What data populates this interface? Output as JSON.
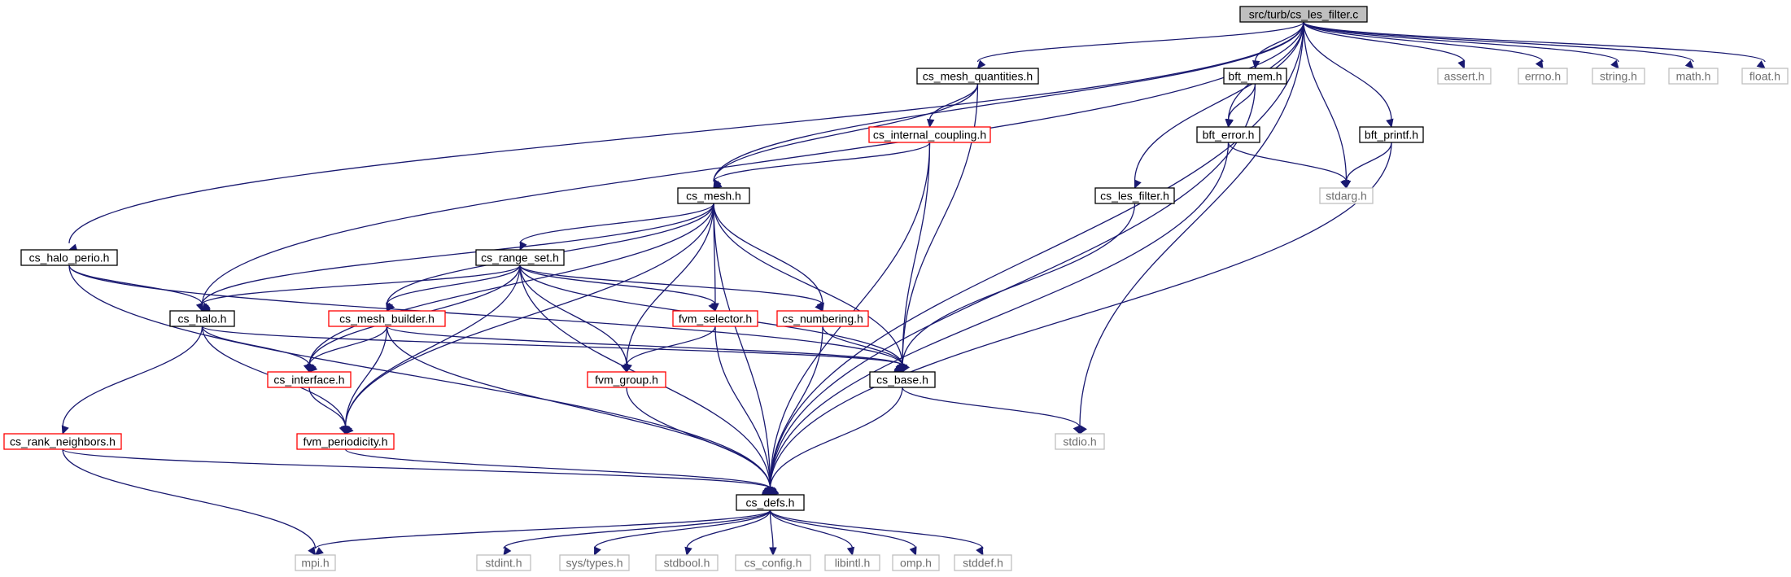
{
  "graph": {
    "nodes": [
      {
        "id": "root",
        "label": "src/turb/cs_les_filter.c",
        "kind": "root"
      },
      {
        "id": "cs_mesh_quantities",
        "label": "cs_mesh_quantities.h",
        "kind": "header"
      },
      {
        "id": "bft_mem",
        "label": "bft_mem.h",
        "kind": "header"
      },
      {
        "id": "assert",
        "label": "assert.h",
        "kind": "system"
      },
      {
        "id": "errno",
        "label": "errno.h",
        "kind": "system"
      },
      {
        "id": "string",
        "label": "string.h",
        "kind": "system"
      },
      {
        "id": "math",
        "label": "math.h",
        "kind": "system"
      },
      {
        "id": "float",
        "label": "float.h",
        "kind": "system"
      },
      {
        "id": "cs_internal_coupling",
        "label": "cs_internal_coupling.h",
        "kind": "truncated"
      },
      {
        "id": "bft_error",
        "label": "bft_error.h",
        "kind": "header"
      },
      {
        "id": "bft_printf",
        "label": "bft_printf.h",
        "kind": "header"
      },
      {
        "id": "cs_mesh",
        "label": "cs_mesh.h",
        "kind": "header"
      },
      {
        "id": "cs_les_filter",
        "label": "cs_les_filter.h",
        "kind": "header"
      },
      {
        "id": "stdarg",
        "label": "stdarg.h",
        "kind": "system"
      },
      {
        "id": "cs_halo_perio",
        "label": "cs_halo_perio.h",
        "kind": "header"
      },
      {
        "id": "cs_range_set",
        "label": "cs_range_set.h",
        "kind": "header"
      },
      {
        "id": "cs_halo",
        "label": "cs_halo.h",
        "kind": "header"
      },
      {
        "id": "cs_mesh_builder",
        "label": "cs_mesh_builder.h",
        "kind": "truncated"
      },
      {
        "id": "fvm_selector",
        "label": "fvm_selector.h",
        "kind": "truncated"
      },
      {
        "id": "cs_numbering",
        "label": "cs_numbering.h",
        "kind": "truncated"
      },
      {
        "id": "cs_interface",
        "label": "cs_interface.h",
        "kind": "truncated"
      },
      {
        "id": "fvm_group",
        "label": "fvm_group.h",
        "kind": "truncated"
      },
      {
        "id": "cs_base",
        "label": "cs_base.h",
        "kind": "header"
      },
      {
        "id": "cs_rank_neighbors",
        "label": "cs_rank_neighbors.h",
        "kind": "truncated"
      },
      {
        "id": "fvm_periodicity",
        "label": "fvm_periodicity.h",
        "kind": "truncated"
      },
      {
        "id": "stdio",
        "label": "stdio.h",
        "kind": "system"
      },
      {
        "id": "cs_defs",
        "label": "cs_defs.h",
        "kind": "header"
      },
      {
        "id": "mpi",
        "label": "mpi.h",
        "kind": "system"
      },
      {
        "id": "stdint",
        "label": "stdint.h",
        "kind": "system"
      },
      {
        "id": "sys_types",
        "label": "sys/types.h",
        "kind": "system"
      },
      {
        "id": "stdbool",
        "label": "stdbool.h",
        "kind": "system"
      },
      {
        "id": "cs_config",
        "label": "cs_config.h",
        "kind": "system"
      },
      {
        "id": "libintl",
        "label": "libintl.h",
        "kind": "system"
      },
      {
        "id": "omp",
        "label": "omp.h",
        "kind": "system"
      },
      {
        "id": "stddef",
        "label": "stddef.h",
        "kind": "system"
      }
    ],
    "edges": [
      [
        "root",
        "cs_mesh_quantities"
      ],
      [
        "root",
        "bft_mem"
      ],
      [
        "root",
        "assert"
      ],
      [
        "root",
        "errno"
      ],
      [
        "root",
        "string"
      ],
      [
        "root",
        "math"
      ],
      [
        "root",
        "float"
      ],
      [
        "root",
        "bft_error"
      ],
      [
        "root",
        "bft_printf"
      ],
      [
        "root",
        "cs_mesh"
      ],
      [
        "root",
        "cs_les_filter"
      ],
      [
        "root",
        "stdarg"
      ],
      [
        "root",
        "cs_halo_perio"
      ],
      [
        "root",
        "cs_halo"
      ],
      [
        "root",
        "stdio"
      ],
      [
        "root",
        "cs_defs"
      ],
      [
        "cs_mesh_quantities",
        "cs_internal_coupling"
      ],
      [
        "cs_mesh_quantities",
        "cs_mesh"
      ],
      [
        "cs_mesh_quantities",
        "cs_base"
      ],
      [
        "cs_internal_coupling",
        "cs_mesh"
      ],
      [
        "cs_internal_coupling",
        "cs_base"
      ],
      [
        "cs_internal_coupling",
        "cs_defs"
      ],
      [
        "bft_mem",
        "bft_error"
      ],
      [
        "bft_mem",
        "cs_defs"
      ],
      [
        "bft_error",
        "stdarg"
      ],
      [
        "bft_error",
        "cs_defs"
      ],
      [
        "bft_printf",
        "stdarg"
      ],
      [
        "bft_printf",
        "cs_defs"
      ],
      [
        "cs_les_filter",
        "cs_base"
      ],
      [
        "cs_mesh",
        "cs_range_set"
      ],
      [
        "cs_mesh",
        "cs_halo"
      ],
      [
        "cs_mesh",
        "cs_mesh_builder"
      ],
      [
        "cs_mesh",
        "fvm_selector"
      ],
      [
        "cs_mesh",
        "cs_numbering"
      ],
      [
        "cs_mesh",
        "cs_interface"
      ],
      [
        "cs_mesh",
        "fvm_group"
      ],
      [
        "cs_mesh",
        "cs_base"
      ],
      [
        "cs_mesh",
        "fvm_periodicity"
      ],
      [
        "cs_mesh",
        "cs_defs"
      ],
      [
        "cs_halo_perio",
        "cs_halo"
      ],
      [
        "cs_halo_perio",
        "cs_base"
      ],
      [
        "cs_halo_perio",
        "cs_defs"
      ],
      [
        "cs_range_set",
        "cs_halo"
      ],
      [
        "cs_range_set",
        "cs_mesh_builder"
      ],
      [
        "cs_range_set",
        "fvm_selector"
      ],
      [
        "cs_range_set",
        "cs_numbering"
      ],
      [
        "cs_range_set",
        "cs_interface"
      ],
      [
        "cs_range_set",
        "fvm_group"
      ],
      [
        "cs_range_set",
        "cs_base"
      ],
      [
        "cs_range_set",
        "fvm_periodicity"
      ],
      [
        "cs_range_set",
        "cs_defs"
      ],
      [
        "cs_halo",
        "cs_interface"
      ],
      [
        "cs_halo",
        "cs_base"
      ],
      [
        "cs_halo",
        "cs_rank_neighbors"
      ],
      [
        "cs_halo",
        "fvm_periodicity"
      ],
      [
        "cs_mesh_builder",
        "cs_interface"
      ],
      [
        "cs_mesh_builder",
        "cs_base"
      ],
      [
        "cs_mesh_builder",
        "fvm_periodicity"
      ],
      [
        "cs_mesh_builder",
        "cs_defs"
      ],
      [
        "fvm_selector",
        "fvm_group"
      ],
      [
        "fvm_selector",
        "cs_defs"
      ],
      [
        "cs_numbering",
        "cs_base"
      ],
      [
        "cs_numbering",
        "cs_defs"
      ],
      [
        "cs_interface",
        "fvm_periodicity"
      ],
      [
        "fvm_group",
        "cs_defs"
      ],
      [
        "cs_base",
        "stdio"
      ],
      [
        "cs_base",
        "cs_defs"
      ],
      [
        "cs_rank_neighbors",
        "mpi"
      ],
      [
        "cs_rank_neighbors",
        "cs_defs"
      ],
      [
        "fvm_periodicity",
        "cs_defs"
      ],
      [
        "cs_defs",
        "mpi"
      ],
      [
        "cs_defs",
        "stdint"
      ],
      [
        "cs_defs",
        "sys_types"
      ],
      [
        "cs_defs",
        "stdbool"
      ],
      [
        "cs_defs",
        "cs_config"
      ],
      [
        "cs_defs",
        "libintl"
      ],
      [
        "cs_defs",
        "omp"
      ],
      [
        "cs_defs",
        "stddef"
      ]
    ]
  },
  "colors": {
    "edge": "#191970",
    "root_fill": "#bfbfbf",
    "header_border": "#000000",
    "truncated_border": "#ff0000",
    "system_border": "#bfbfbf",
    "system_text": "#6e6e6e"
  }
}
